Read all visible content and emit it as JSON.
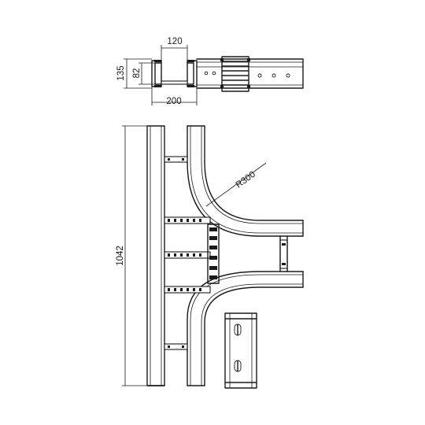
{
  "dimensions": {
    "top_width_inner": "120",
    "side_height_total": "135",
    "side_height_inner": "82",
    "bottom_width": "200",
    "radius": "R300",
    "overall_length": "1042"
  },
  "colors": {
    "line": "#1a1a1a",
    "background": "#ffffff"
  }
}
